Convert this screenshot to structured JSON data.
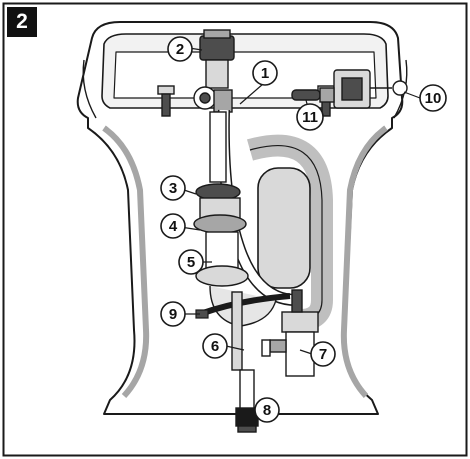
{
  "panel_number": "2",
  "callouts": [
    {
      "id": "1",
      "label": "1"
    },
    {
      "id": "2",
      "label": "2"
    },
    {
      "id": "3",
      "label": "3"
    },
    {
      "id": "4",
      "label": "4"
    },
    {
      "id": "5",
      "label": "5"
    },
    {
      "id": "6",
      "label": "6"
    },
    {
      "id": "7",
      "label": "7"
    },
    {
      "id": "8",
      "label": "8"
    },
    {
      "id": "9",
      "label": "9"
    },
    {
      "id": "10",
      "label": "10"
    },
    {
      "id": "11",
      "label": "11"
    }
  ],
  "colors": {
    "outline": "#1a1a1a",
    "body_fill": "#ffffff",
    "shade_light": "#d9d9d9",
    "shade_mid": "#a6a6a6",
    "shade_dark": "#4d4d4d"
  }
}
